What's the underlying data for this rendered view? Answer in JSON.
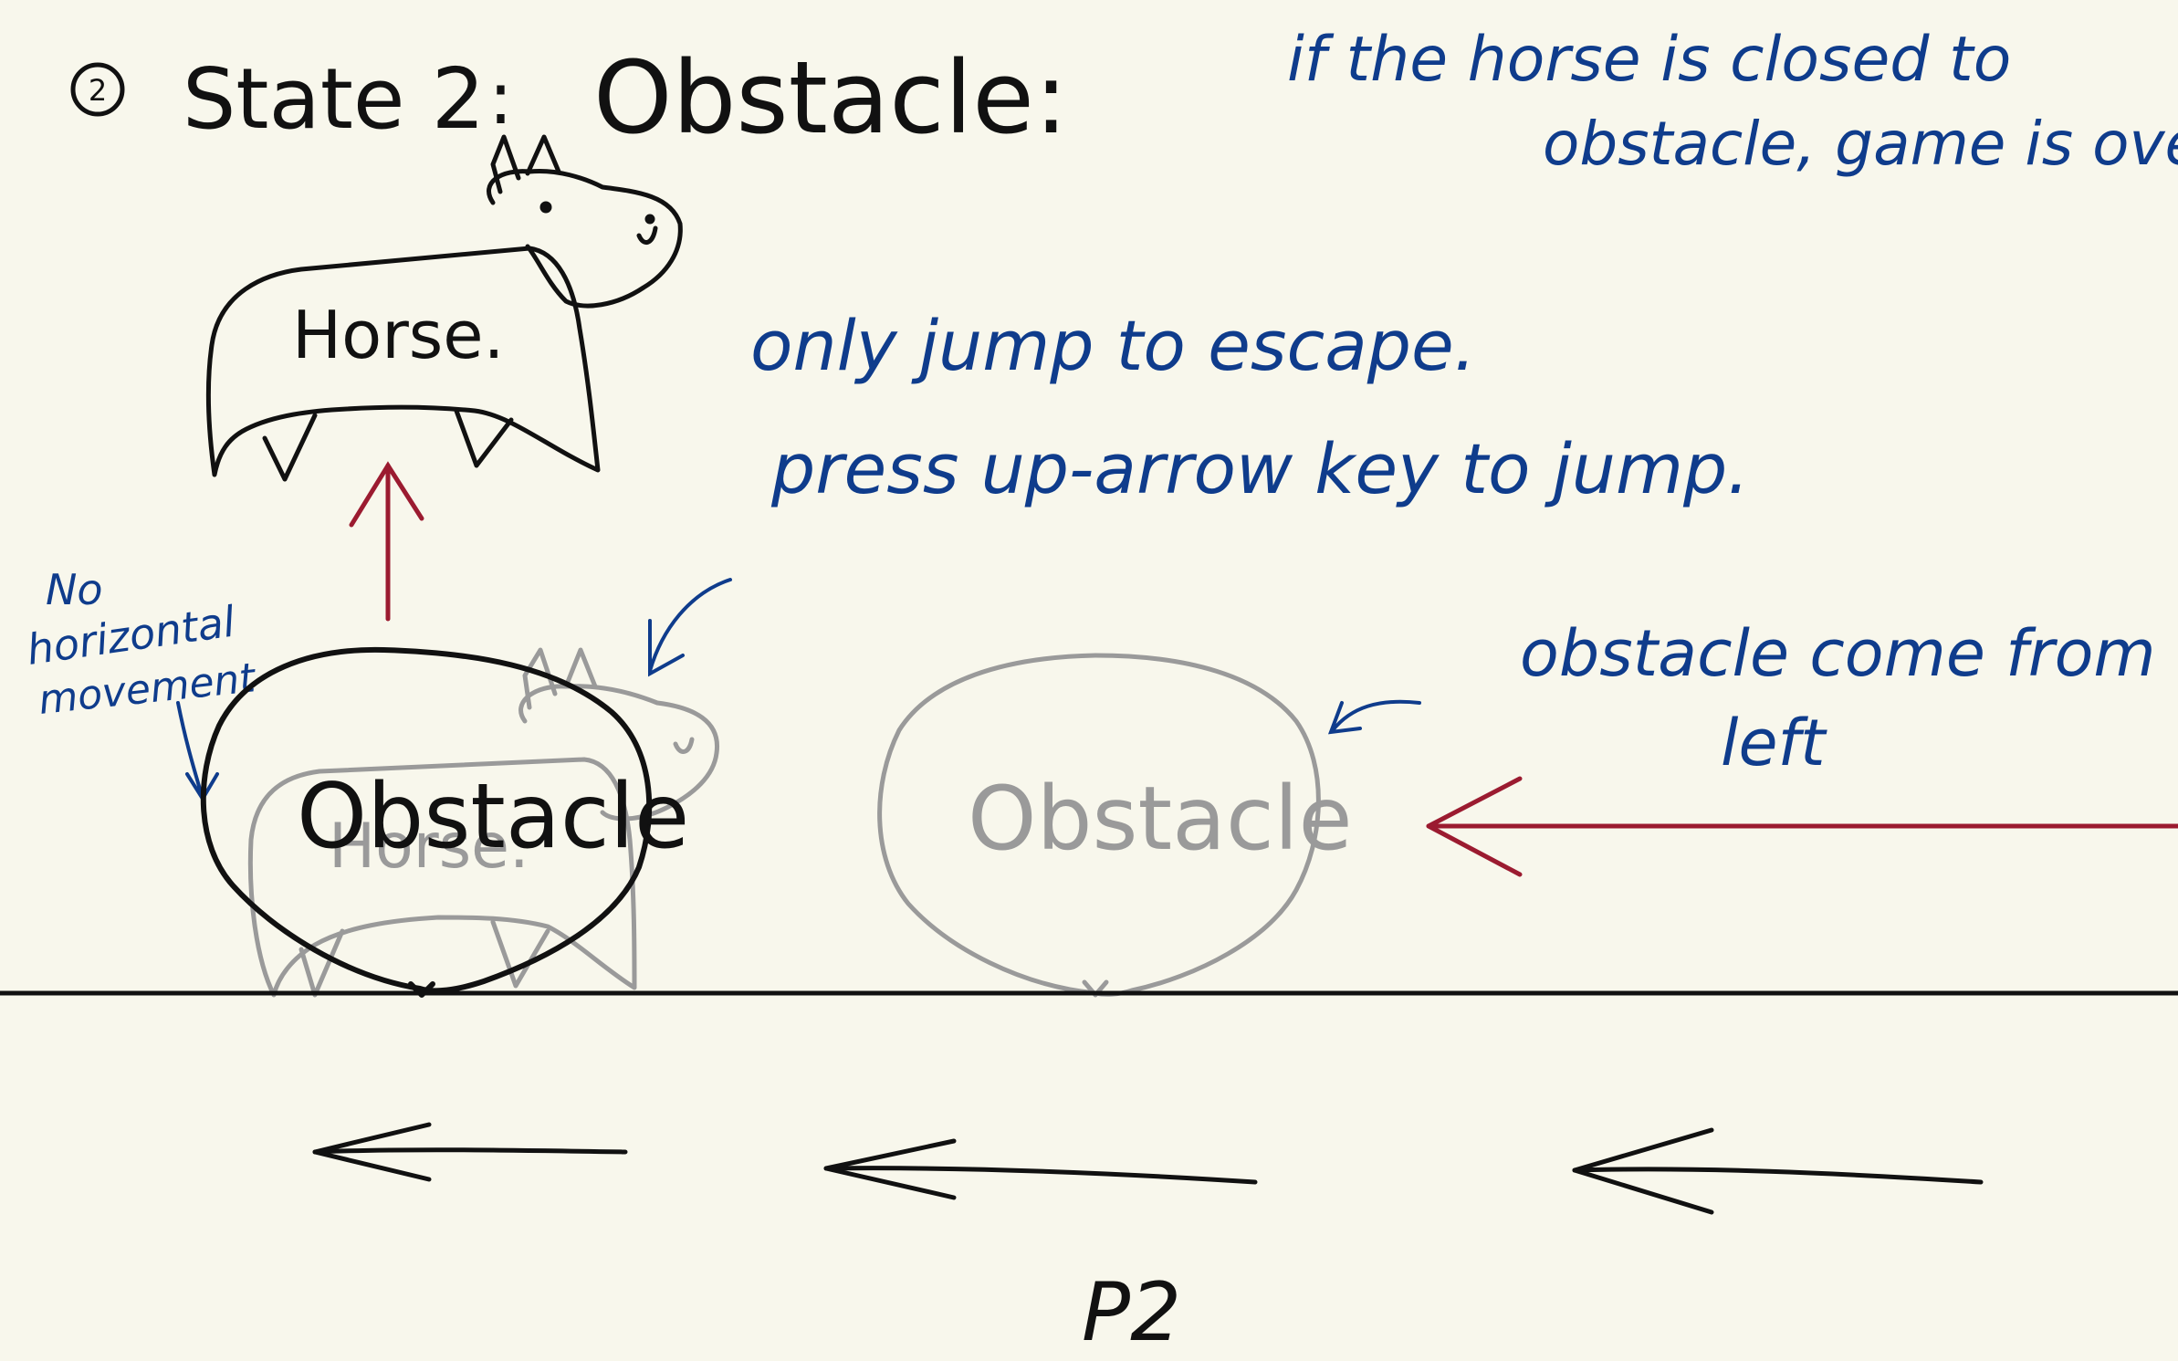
{
  "heading": {
    "number": "2",
    "state": "State 2",
    "colon": ":",
    "title": "Obstacle:"
  },
  "notes": {
    "game_over_line1": "if the horse is closed to",
    "game_over_line2": "obstacle, game is over",
    "escape_line1": "only jump to escape.",
    "escape_line2": "press up-arrow key to jump.",
    "no_horizontal_line1": "No",
    "no_horizontal_line2": "horizontal",
    "no_horizontal_line3": "movement",
    "obstacle_direction_line1": "obstacle come from",
    "obstacle_direction_line2": "left"
  },
  "labels": {
    "horse_jumping": "Horse.",
    "horse_ghost": "Horse.",
    "obstacle_at_horse": "Obstacle",
    "obstacle_incoming": "Obstacle"
  },
  "page_label": "P2",
  "colors": {
    "background": "#f8f7ec",
    "ink": "#111111",
    "annotation": "#0f3c8c",
    "faded": "#9a9a9a",
    "arrow_red": "#9b1b30"
  }
}
